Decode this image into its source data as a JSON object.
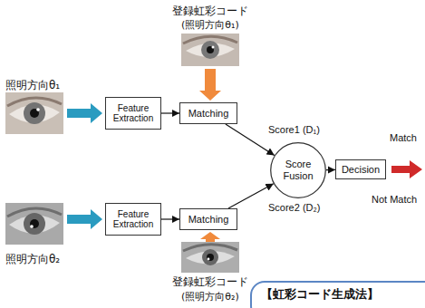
{
  "diagram": {
    "nodes": [
      {
        "text": [
          "Feature Extraction"
        ]
      },
      {
        "text": [
          "Matching"
        ]
      },
      {
        "text": [
          "Feature Extraction"
        ]
      },
      {
        "text": [
          "Matching"
        ]
      },
      {
        "text": [
          "Score Fusion"
        ]
      },
      {
        "text": [
          "Decision"
        ]
      },
      {
        "text": [
          "【虹彩コード生成法】"
        ]
      }
    ],
    "edges": [
      {
        "from": 0,
        "to": 1,
        "arrow": "to"
      },
      {
        "from": 2,
        "to": 3,
        "arrow": "to"
      },
      {
        "from": 1,
        "to": 4,
        "label": "Score1 (D₁)",
        "arrow": "to"
      },
      {
        "from": 3,
        "to": 4,
        "label": "Score2 (D₂)",
        "arrow": "to"
      },
      {
        "from": 4,
        "to": 5,
        "arrow": "to"
      }
    ],
    "labels": [
      "登録虹彩コード",
      "(照明方向θ₁)",
      "照明方向θ₁",
      "照明方向θ₂",
      "登録虹彩コード",
      "(照明方向θ₂)",
      "Match",
      "Not Match"
    ]
  }
}
